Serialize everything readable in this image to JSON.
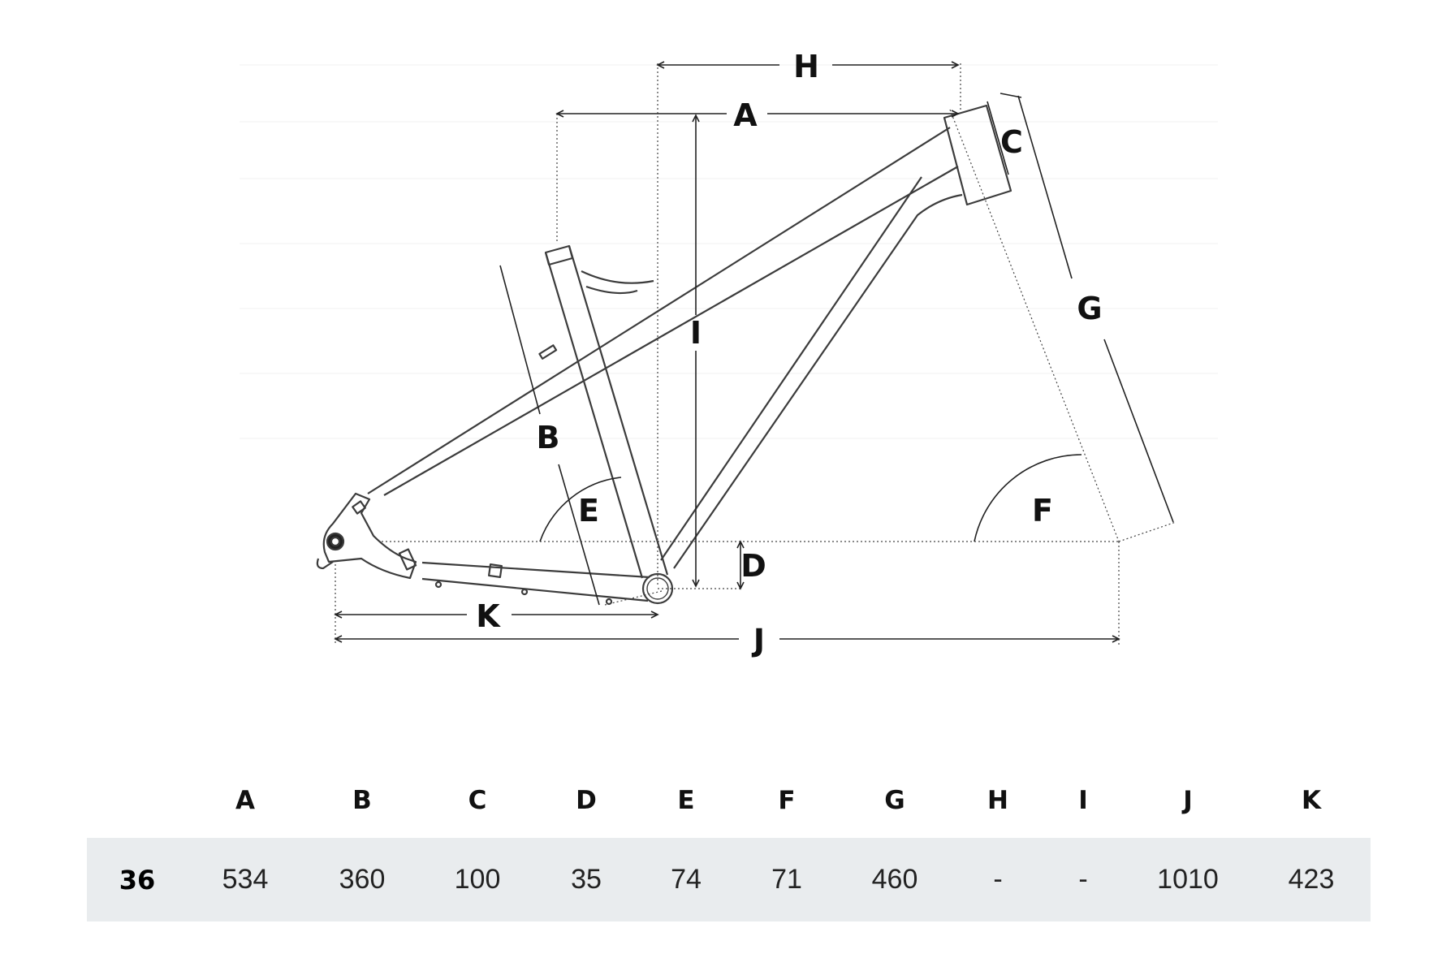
{
  "labels": {
    "A": "A",
    "B": "B",
    "C": "C",
    "D": "D",
    "E": "E",
    "F": "F",
    "G": "G",
    "H": "H",
    "I": "I",
    "J": "J",
    "K": "K"
  },
  "table": {
    "headers": [
      "",
      "A",
      "B",
      "C",
      "D",
      "E",
      "F",
      "G",
      "H",
      "I",
      "J",
      "K"
    ],
    "rows": [
      [
        "36",
        "534",
        "360",
        "100",
        "35",
        "74",
        "71",
        "460",
        "-",
        "-",
        "1010",
        "423"
      ]
    ]
  },
  "colors": {
    "line": "#3c3c3c",
    "dim": "#222222",
    "row_bg": "#e9ecee"
  }
}
